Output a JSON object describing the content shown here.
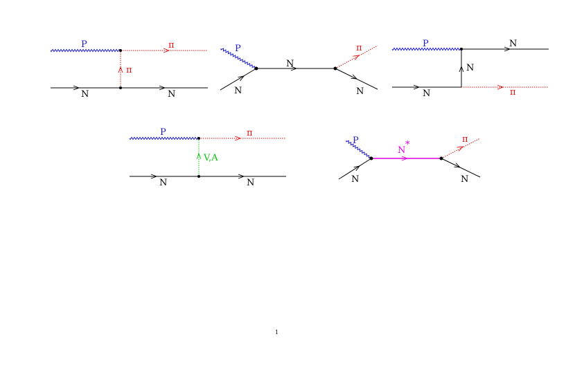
{
  "colors": {
    "nucleon": "#000000",
    "photon": "#1a1acc",
    "pion": "#e01010",
    "current": "#10c010",
    "resonance": "#dd00dd"
  },
  "labels": {
    "photon": "P",
    "nucleon": "N",
    "pion": "π",
    "current": "V,A",
    "resonance": "N",
    "resonance_sup": "*"
  },
  "page_number": "1"
}
